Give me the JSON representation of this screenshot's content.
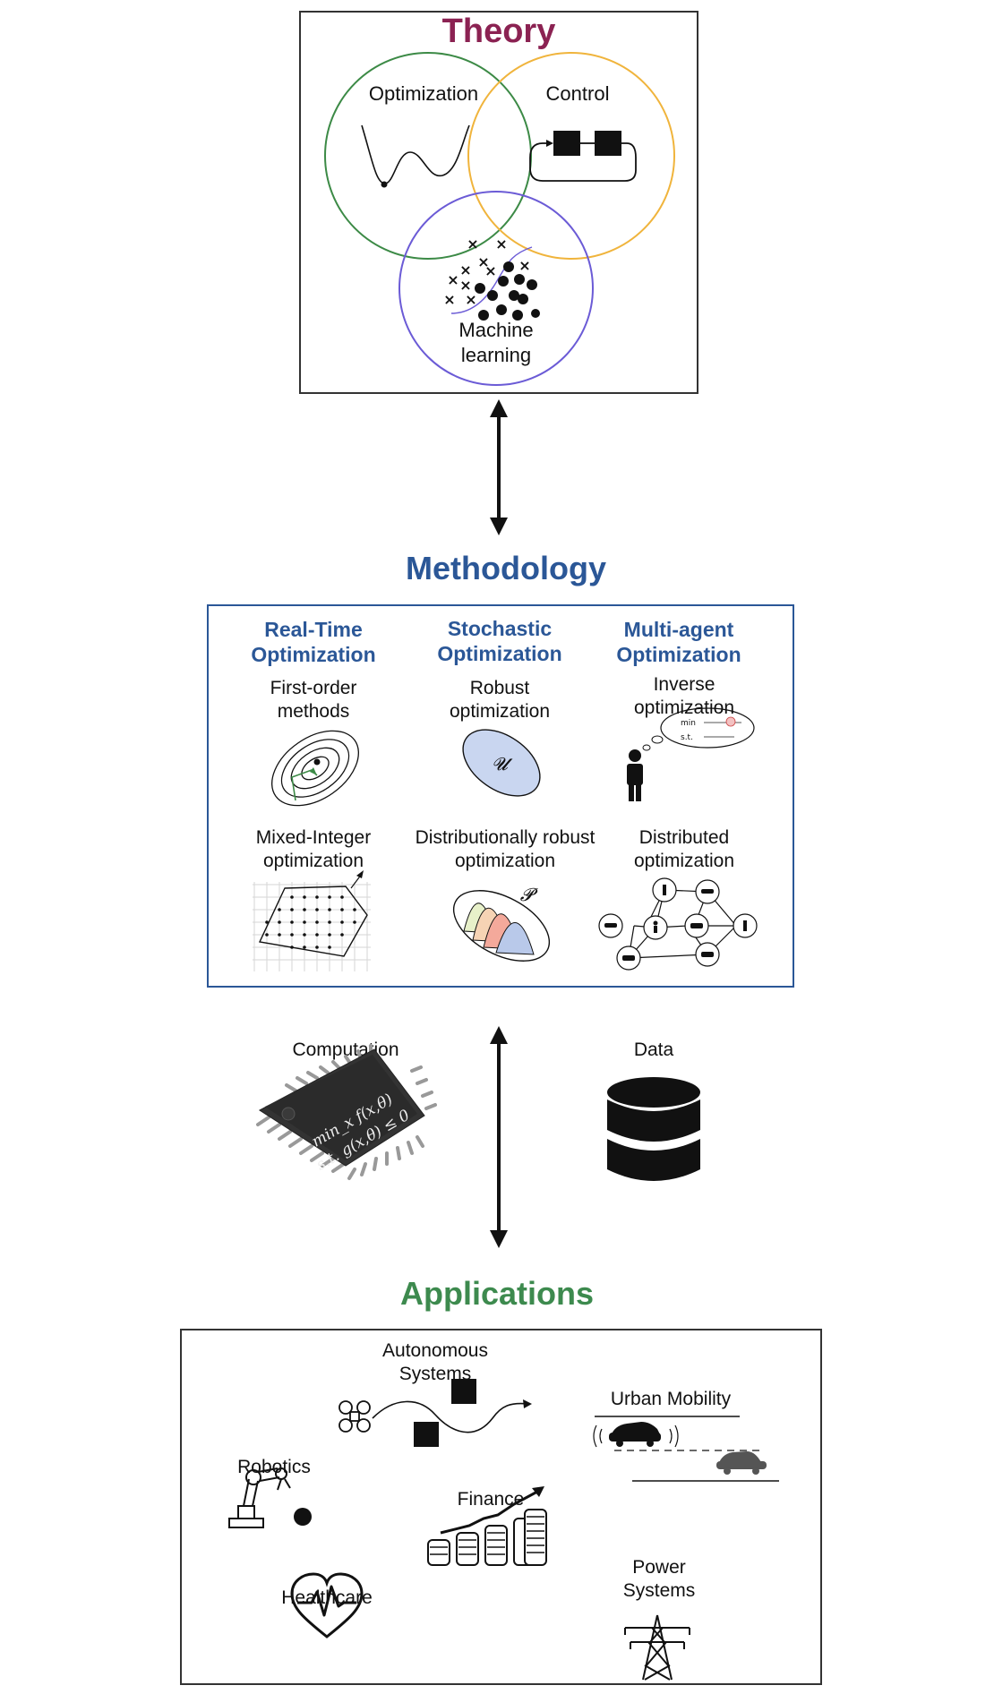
{
  "theory": {
    "title": "Theory",
    "circles": {
      "optimization": "Optimization",
      "control": "Control",
      "machine_learning_line1": "Machine",
      "machine_learning_line2": "learning"
    }
  },
  "methodology": {
    "title": "Methodology",
    "columns": [
      {
        "title_line1": "Real-Time",
        "title_line2": "Optimization",
        "items": [
          {
            "line1": "First-order",
            "line2": "methods"
          },
          {
            "line1": "Mixed-Integer",
            "line2": "optimization"
          }
        ]
      },
      {
        "title_line1": "Stochastic",
        "title_line2": "Optimization",
        "items": [
          {
            "line1": "Robust",
            "line2": "optimization",
            "symbol": "𝓤"
          },
          {
            "line1": "Distributionally robust",
            "line2": "optimization",
            "symbol": "𝓟"
          }
        ]
      },
      {
        "title_line1": "Multi-agent",
        "title_line2": "Optimization",
        "items": [
          {
            "line1": "Inverse",
            "line2": "optimization",
            "thought_min": "min",
            "thought_st": "s.t."
          },
          {
            "line1": "Distributed",
            "line2": "optimization"
          }
        ]
      }
    ]
  },
  "resources": {
    "computation": "Computation",
    "data": "Data",
    "chip_line1": "min_x f(x,θ)",
    "chip_line2": "s.t. g(x,θ) ≤ 0"
  },
  "applications": {
    "title": "Applications",
    "items": {
      "autonomous_line1": "Autonomous",
      "autonomous_line2": "Systems",
      "urban_mobility": "Urban Mobility",
      "robotics": "Robotics",
      "finance": "Finance",
      "healthcare": "Healthcare",
      "power_line1": "Power",
      "power_line2": "Systems"
    }
  },
  "colors": {
    "theory": "#8b2252",
    "methodology": "#2b5797",
    "applications": "#3d8a4e",
    "optimization_circle": "#3c8a46",
    "control_circle": "#f0b43c",
    "ml_circle": "#6b5bd6"
  }
}
